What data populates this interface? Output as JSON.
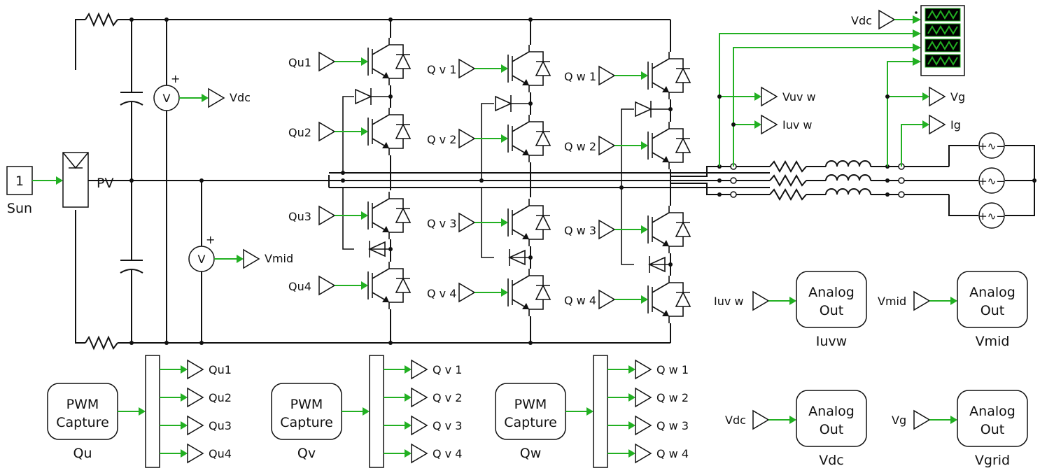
{
  "colors": {
    "wire": "#111111",
    "signal": "#22b022",
    "scope_bg": "#000000",
    "scope_trace": "#22b022"
  },
  "sun": {
    "value": "1",
    "label": "Sun"
  },
  "pv": {
    "label": "PV"
  },
  "meters": {
    "glyph": "V",
    "plus": "+"
  },
  "tags": {
    "vdc": "Vdc",
    "vmid": "Vmid",
    "vuvw": "Vuv w",
    "iuvw": "Iuv w",
    "vg": "Vg",
    "ig": "Ig",
    "vdc_scope": "Vdc"
  },
  "gate_tags": {
    "u": [
      "Qu1",
      "Qu2",
      "Qu3",
      "Qu4"
    ],
    "v": [
      "Q v 1",
      "Q v 2",
      "Q v 3",
      "Q v 4"
    ],
    "w": [
      "Q w 1",
      "Q w 2",
      "Q w 3",
      "Q w 4"
    ]
  },
  "pwm_blocks": [
    {
      "line1": "PWM",
      "line2": "Capture",
      "name": "Qu",
      "outputs": [
        "Qu1",
        "Qu2",
        "Qu3",
        "Qu4"
      ]
    },
    {
      "line1": "PWM",
      "line2": "Capture",
      "name": "Qv",
      "outputs": [
        "Q v 1",
        "Q v 2",
        "Q v 3",
        "Q v 4"
      ]
    },
    {
      "line1": "PWM",
      "line2": "Capture",
      "name": "Qw",
      "outputs": [
        "Q w 1",
        "Q w 2",
        "Q w 3",
        "Q w 4"
      ]
    }
  ],
  "analog_out": [
    {
      "line1": "Analog",
      "line2": "Out",
      "input_tag": "Iuv w",
      "name": "Iuvw"
    },
    {
      "line1": "Analog",
      "line2": "Out",
      "input_tag": "Vmid",
      "name": "Vmid"
    },
    {
      "line1": "Analog",
      "line2": "Out",
      "input_tag": "Vdc",
      "name": "Vdc"
    },
    {
      "line1": "Analog",
      "line2": "Out",
      "input_tag": "Vg",
      "name": "Vgrid"
    }
  ],
  "grid_source_glyph": "+∿−"
}
